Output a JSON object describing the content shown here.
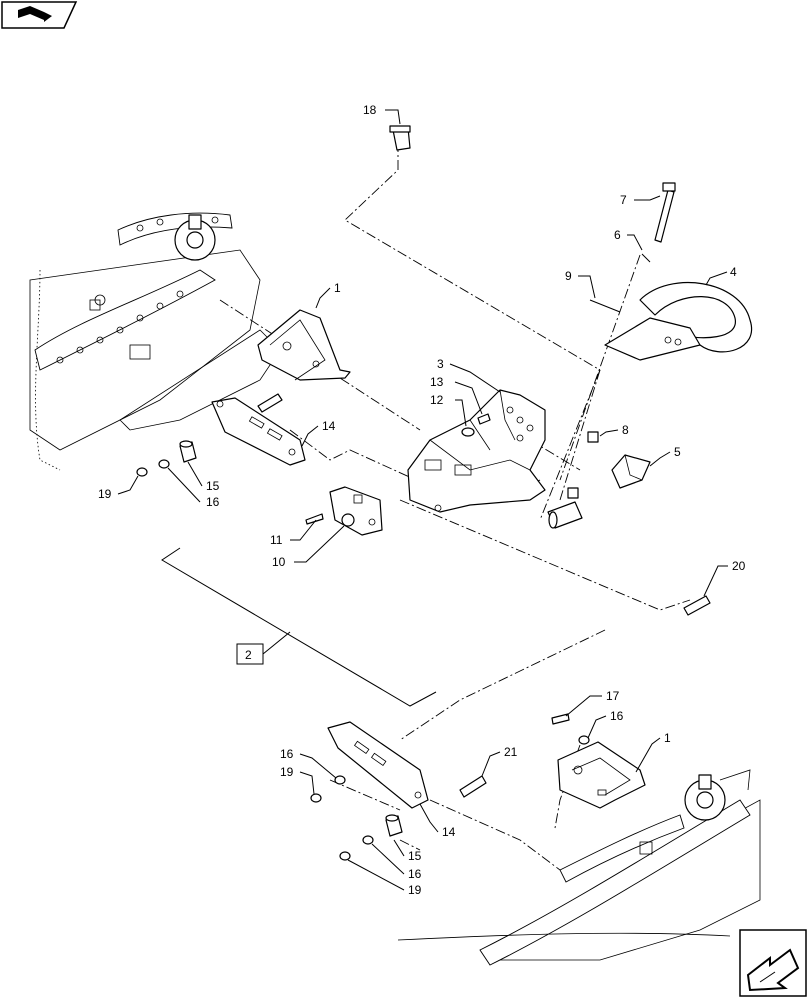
{
  "diagram": {
    "callouts": [
      "1",
      "2",
      "3",
      "4",
      "5",
      "6",
      "7",
      "8",
      "9",
      "10",
      "11",
      "12",
      "13",
      "14",
      "15",
      "16",
      "17",
      "18",
      "19",
      "20",
      "21"
    ],
    "reference_box_label": "2",
    "icons": {
      "top_left": "book-reference-icon",
      "bottom_right": "navigation-arrow-icon"
    }
  }
}
